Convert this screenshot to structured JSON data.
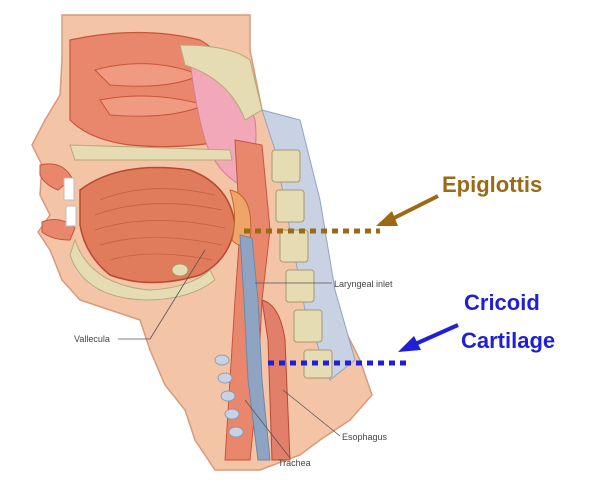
{
  "labels": {
    "epiglottis": "Epiglottis",
    "cricoid_line1": "Cricoid",
    "cricoid_line2": "Cartilage",
    "laryngeal_inlet": "Laryngeal inlet",
    "vallecula": "Vallecula",
    "esophagus": "Esophagus",
    "trachea": "Trachea"
  },
  "colors": {
    "epiglottis_accent": "#9a6a16",
    "cricoid_accent": "#1f1fd6",
    "tissue": "#e9876c",
    "tissue_dark": "#c8553a",
    "skin": "#f3c4a6",
    "bone": "#e6dcb4",
    "mucosa": "#f2a8b8",
    "airway": "#8ea4c2"
  }
}
